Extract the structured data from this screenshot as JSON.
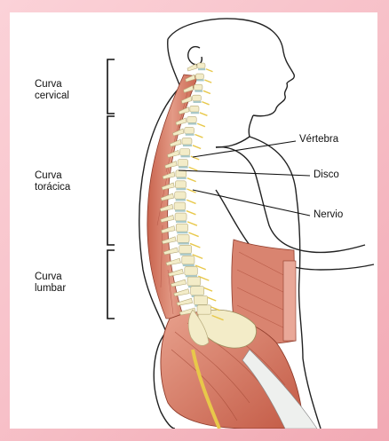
{
  "labels": {
    "cervical": {
      "line1": "Curva",
      "line2": "cervical"
    },
    "thoracic": {
      "line1": "Curva",
      "line2": "torácica"
    },
    "lumbar": {
      "line1": "Curva",
      "line2": "lumbar"
    },
    "vertebra": "Vértebra",
    "disc": "Disco",
    "nerve": "Nervio"
  },
  "colors": {
    "background": "#f7c0c8",
    "muscle": "#d9806c",
    "muscle_dark": "#b8553f",
    "bone": "#f3ecc8",
    "bone_outline": "#b7ab7c",
    "disc": "#a8c8c8",
    "nerve": "#e8c84a",
    "outline": "#222222"
  }
}
